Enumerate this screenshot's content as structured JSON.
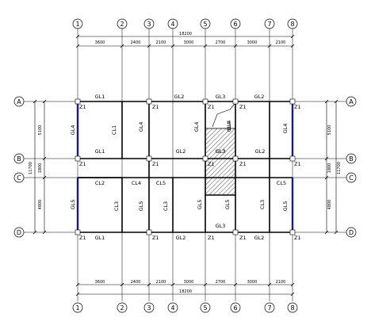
{
  "axes_top": [
    {
      "label": "1"
    },
    {
      "label": "2"
    },
    {
      "label": "3"
    },
    {
      "label": "4"
    },
    {
      "label": "5"
    },
    {
      "label": "6"
    },
    {
      "label": "7"
    },
    {
      "label": "8"
    }
  ],
  "axes_rows": [
    {
      "label": "A"
    },
    {
      "label": "B"
    },
    {
      "label": "C"
    },
    {
      "label": "D"
    }
  ],
  "spans_x": [
    {
      "text": "3600"
    },
    {
      "text": "2400"
    },
    {
      "text": "2100"
    },
    {
      "text": "3000"
    },
    {
      "text": "2700"
    },
    {
      "text": "3000"
    },
    {
      "text": "2100"
    }
  ],
  "total_x": "18200",
  "dims_left": [
    {
      "text": "5100"
    },
    {
      "text": "1800"
    },
    {
      "text": "4800"
    }
  ],
  "dims_right": [
    {
      "text": "5100"
    },
    {
      "text": "1800"
    },
    {
      "text": "4800"
    }
  ],
  "dim_side_total": "11700",
  "beam_labels": {
    "gl1": "GL1",
    "gl2": "GL2",
    "gl3": "GL3",
    "gl4": "GL4",
    "gl5": "GL5",
    "cl1": "CL1",
    "cl2": "CL2",
    "cl3": "CL3",
    "cl4": "CL4",
    "cl5": "CL5",
    "z1": "Z1"
  },
  "colors": {
    "line": "#000000",
    "edge_beam_blue": "#1a1a8c"
  }
}
